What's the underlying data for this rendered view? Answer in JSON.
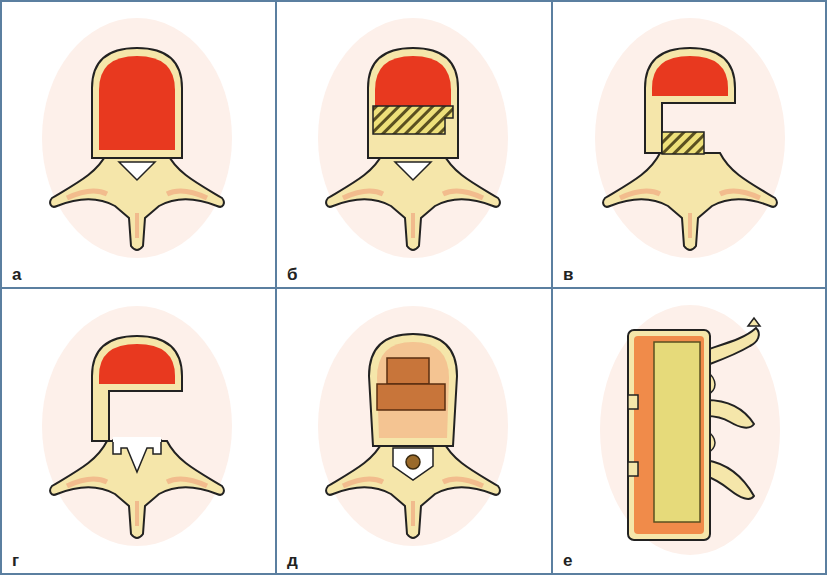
{
  "diagram": {
    "nodes": [
      {
        "text": [
          "а"
        ]
      },
      {
        "text": [
          "б"
        ]
      },
      {
        "text": [
          "в"
        ]
      },
      {
        "text": [
          "г"
        ]
      },
      {
        "text": [
          "д"
        ]
      },
      {
        "text": [
          "е"
        ]
      }
    ]
  }
}
